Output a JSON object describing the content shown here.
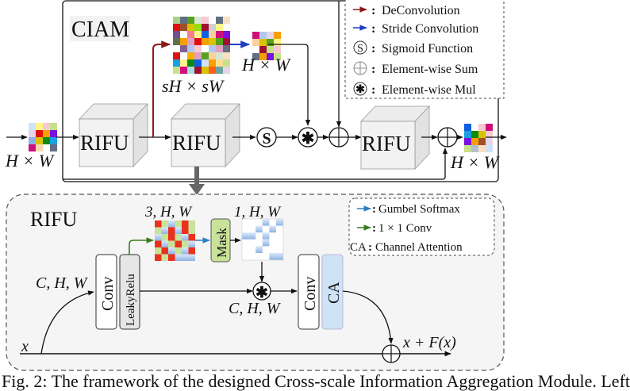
{
  "ciam": {
    "title": "CIAM",
    "input_label": "H × W",
    "output_label": "H × W",
    "upsampled_label": "sH × sW",
    "downsampled_label": "H × W",
    "rifu_blocks": [
      "RIFU",
      "RIFU",
      "RIFU"
    ],
    "sigmoid_symbol": "S",
    "mul_symbol": "✱"
  },
  "legend_top": {
    "items": [
      {
        "kind": "arrow",
        "color": "#8b1a1a",
        "label": "DeConvolution"
      },
      {
        "kind": "arrow",
        "color": "#1f3fbf",
        "label": "Stride Convolution"
      },
      {
        "kind": "circle-s",
        "symbol": "S",
        "label": "Sigmoid Function"
      },
      {
        "kind": "circle-plus",
        "label": "Element-wise Sum"
      },
      {
        "kind": "circle-mul",
        "symbol": "✱",
        "label": "Element-wise Mul"
      }
    ],
    "separator": ":"
  },
  "rifu": {
    "title": "RIFU",
    "input_var": "x",
    "input_shape": "C, H, W",
    "conv_label": "Conv",
    "leakyrelu_label": "LeakyRelu",
    "gumbel_shape": "3, H, W",
    "mask_label": "Mask",
    "mask_shape": "1, H, W",
    "mul_shape": "C, H, W",
    "conv2_label": "Conv",
    "ca_label": "CA",
    "output_label": "x + F(x)",
    "mul_symbol": "✱"
  },
  "legend_bottom": {
    "items": [
      {
        "kind": "arrow",
        "color": "#2a7fc1",
        "label": "Gumbel Softmax"
      },
      {
        "kind": "arrow",
        "color": "#3a7d1e",
        "label": "1 × 1 Conv"
      },
      {
        "kind": "text",
        "key": "CA",
        "label": "Channel Attention"
      }
    ],
    "separator": ":"
  },
  "colors": {
    "deconv": "#8b1a1a",
    "stride": "#1f3fbf",
    "gumbel": "#2a7fc1",
    "conv1x1": "#3a7d1e",
    "ca_fill": "#cfe3f7",
    "mask_fill": "#c9e29a",
    "rifu_panel": "#f5f5f5",
    "down_arrow": "#666666"
  },
  "caption": "Fig. 2: The framework of the designed Cross-scale Information Aggregation Module. Left"
}
